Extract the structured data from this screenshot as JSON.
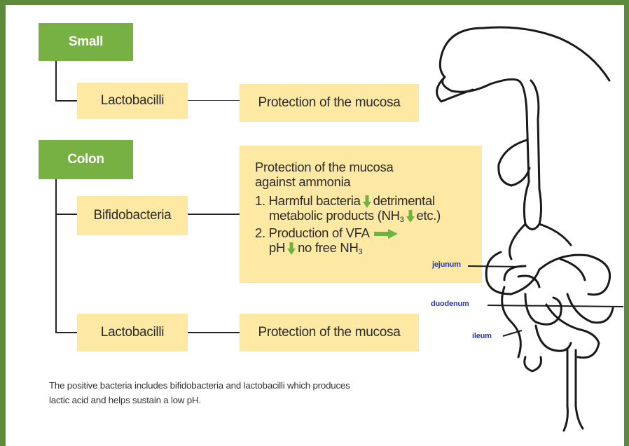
{
  "groups": {
    "small": {
      "label": "Small"
    },
    "colon": {
      "label": "Colon"
    }
  },
  "small_row": {
    "bacteria": "Lactobacilli",
    "effect": "Protection of the mucosa"
  },
  "colon_rows": {
    "bifido": {
      "bacteria": "Bifidobacteria",
      "effect_line1": "Protection of the mucosa",
      "effect_line2": "against ammonia",
      "item1_a": "1. Harmful bacteria",
      "item1_b": "detrimental",
      "item1_c": "metabolic products (NH",
      "item1_sub": "3",
      "item1_d": "etc.)",
      "item2_a": "2. Production of VFA",
      "item2_b": "pH",
      "item2_c": "no free NH",
      "item2_sub": "3"
    },
    "lacto": {
      "bacteria": "Lactobacilli",
      "effect": "Protection of the mucosa"
    }
  },
  "caption": {
    "line1": "The positive bacteria includes bifidobacteria and lactobacilli which produces",
    "line2": "lactic acid and helps sustain a low pH."
  },
  "anatomy_labels": {
    "jejunum": "jejunum",
    "duodenum": "duodenum",
    "ileum": "ileum"
  },
  "colors": {
    "frame": "#5e8a3c",
    "green_box": "#77b043",
    "yellow_box": "#fde9a3",
    "arrow": "#6cb33f",
    "label_blue": "#2a3aa8"
  },
  "icons": {
    "down_arrow": "down-arrow-icon",
    "right_arrow": "right-arrow-icon"
  }
}
